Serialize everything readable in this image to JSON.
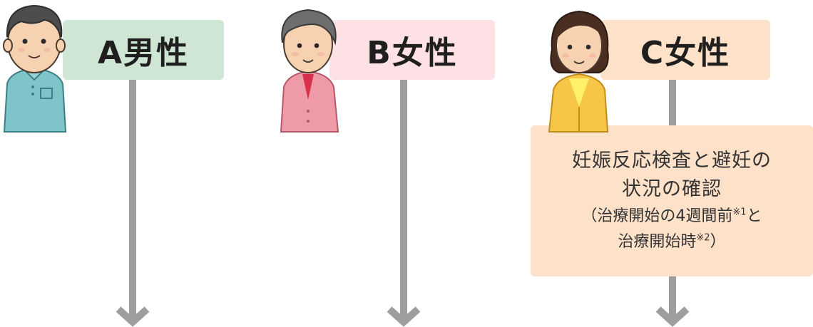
{
  "persons": [
    {
      "label": "A男性",
      "role": "male"
    },
    {
      "label": "B女性",
      "role": "female-older"
    },
    {
      "label": "C女性",
      "role": "female-young"
    }
  ],
  "note": {
    "line1": "妊娠反応検査と避妊の",
    "line2": "状況の確認",
    "line3_a": "（治療開始の4週間前",
    "line3_sup": "※1",
    "line3_b": "と",
    "line4_a": "治療開始時",
    "line4_sup": "※2",
    "line4_b": "）"
  },
  "colors": {
    "label_a": "#cfe6d4",
    "label_b": "#fde1e4",
    "label_c": "#fde1c8",
    "arrow": "#9e9e9e"
  }
}
